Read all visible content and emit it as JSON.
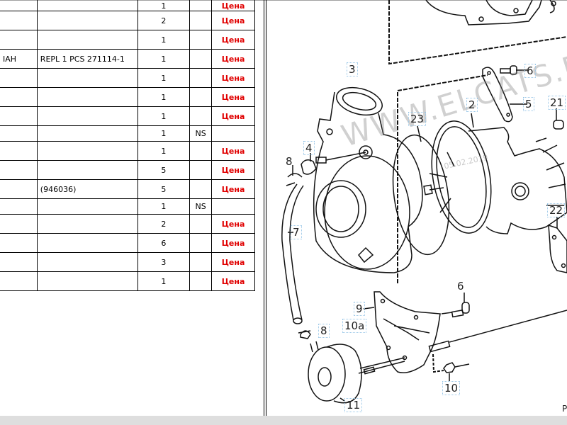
{
  "parts_table": {
    "price_label": "Цена",
    "rows": [
      {
        "name": "",
        "note": "",
        "qty": "1",
        "flag": "",
        "price": "Цена"
      },
      {
        "name": "",
        "note": "",
        "qty": "2",
        "flag": "",
        "price": "Цена"
      },
      {
        "name": "",
        "note": "",
        "qty": "1",
        "flag": "",
        "price": "Цена"
      },
      {
        "name": "IAH",
        "note": "REPL 1 PCS 271114-1",
        "qty": "1",
        "flag": "",
        "price": "Цена"
      },
      {
        "name": "",
        "note": "",
        "qty": "1",
        "flag": "",
        "price": "Цена"
      },
      {
        "name": "",
        "note": "",
        "qty": "1",
        "flag": "",
        "price": "Цена"
      },
      {
        "name": "",
        "note": "",
        "qty": "1",
        "flag": "",
        "price": "Цена"
      },
      {
        "name": "",
        "note": "",
        "qty": "1",
        "flag": "NS",
        "price": ""
      },
      {
        "name": "",
        "note": "",
        "qty": "1",
        "flag": "",
        "price": "Цена"
      },
      {
        "name": "",
        "note": "",
        "qty": "5",
        "flag": "",
        "price": "Цена"
      },
      {
        "name": "",
        "note": "(946036)",
        "qty": "5",
        "flag": "",
        "price": "Цена"
      },
      {
        "name": "",
        "note": "",
        "qty": "1",
        "flag": "NS",
        "price": ""
      },
      {
        "name": "",
        "note": "",
        "qty": "2",
        "flag": "",
        "price": "Цена"
      },
      {
        "name": "",
        "note": "",
        "qty": "6",
        "flag": "",
        "price": "Цена"
      },
      {
        "name": "",
        "note": "",
        "qty": "3",
        "flag": "",
        "price": "Цена"
      },
      {
        "name": "",
        "note": "",
        "qty": "1",
        "flag": "",
        "price": "Цена"
      }
    ]
  },
  "diagram": {
    "watermark": "WWW.ELCATS.RU",
    "date_stamp": "05.02.2019",
    "corner_mark": "P",
    "callouts": [
      "3",
      "6",
      "5",
      "2",
      "21",
      "23",
      "4",
      "8",
      "7",
      "22",
      "9",
      "10a",
      "6",
      "8",
      "10",
      "11"
    ]
  }
}
